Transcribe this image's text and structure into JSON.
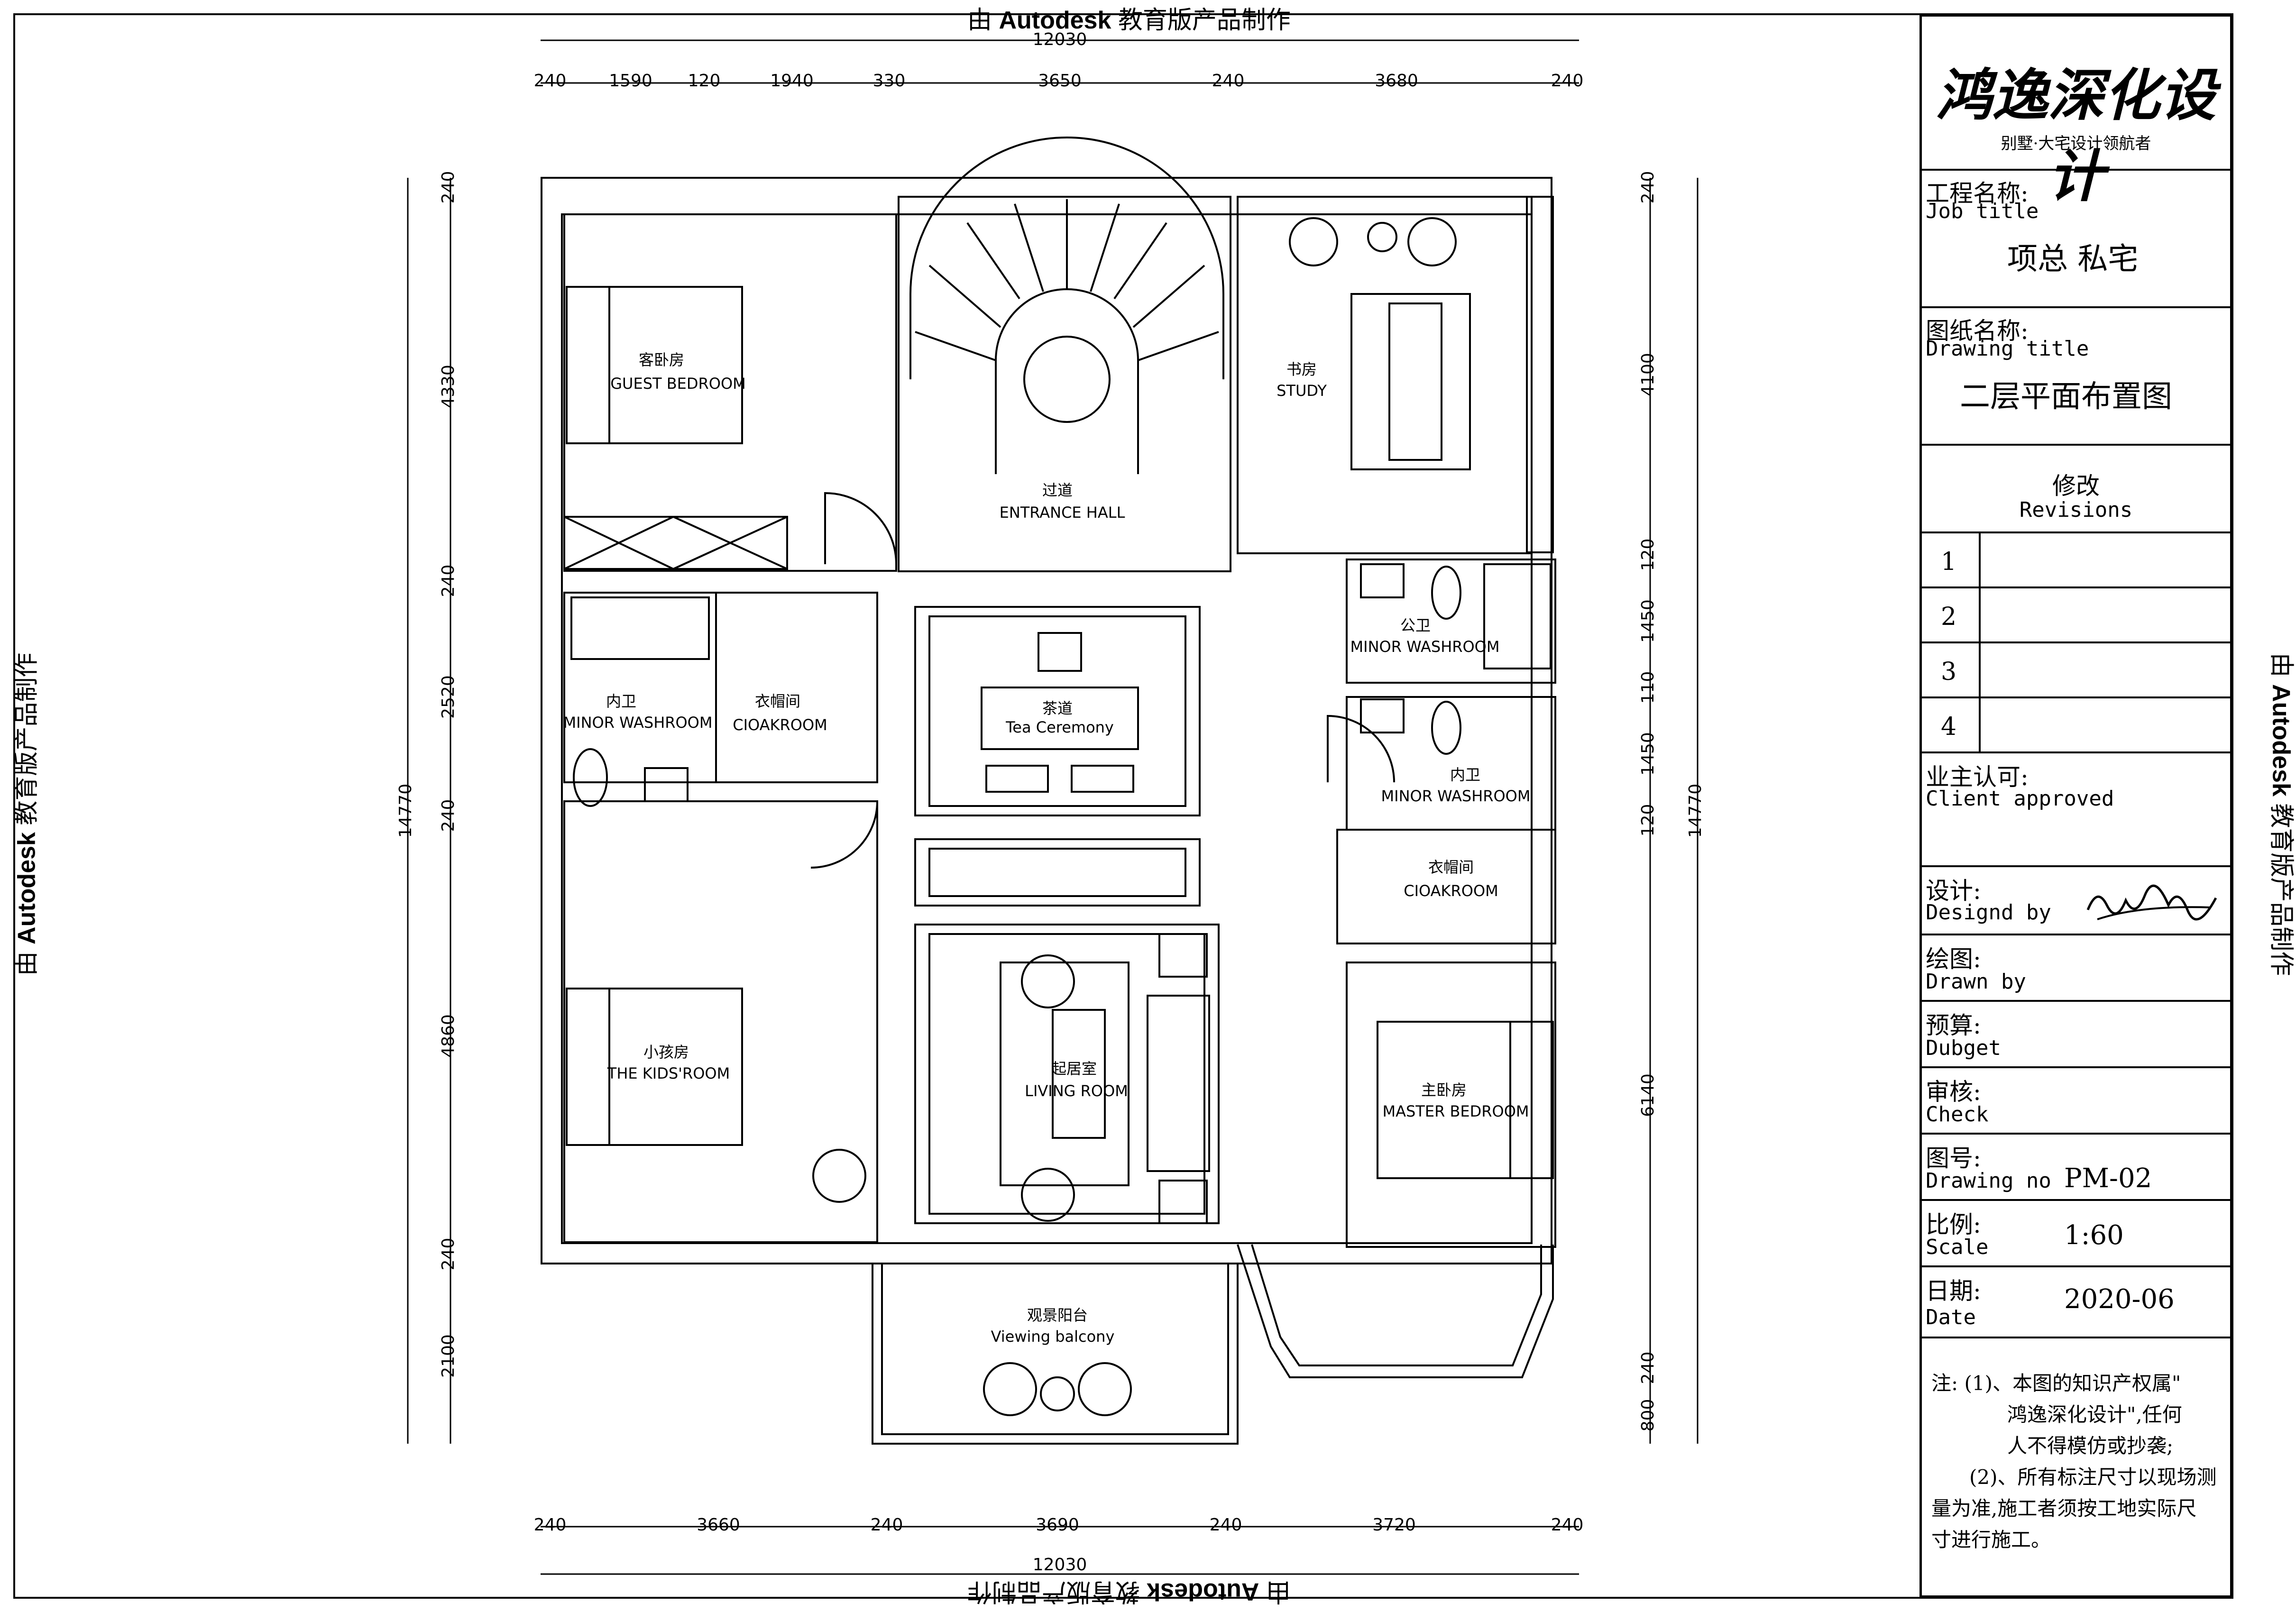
{
  "watermark": {
    "prefix": "由",
    "brand": "Autodesk",
    "suffix": "教育版产品制作"
  },
  "dimensions": {
    "total_width": "12030",
    "total_height": "14770",
    "top": [
      "240",
      "1590",
      "120",
      "1940",
      "330",
      "3650",
      "240",
      "3680",
      "240"
    ],
    "bottom": [
      "240",
      "3660",
      "240",
      "3690",
      "240",
      "3720",
      "240"
    ],
    "left": [
      "240",
      "4330",
      "240",
      "2520",
      "240",
      "4860",
      "240",
      "2100"
    ],
    "right": [
      "240",
      "4100",
      "120",
      "1450",
      "110",
      "1450",
      "120",
      "6140",
      "240",
      "800"
    ]
  },
  "rooms": {
    "guest_bedroom": {
      "zh": "客卧房",
      "en": "GUEST BEDROOM"
    },
    "entrance_hall": {
      "zh": "过道",
      "en": "ENTRANCE HALL"
    },
    "study": {
      "zh": "书房",
      "en": "STUDY"
    },
    "public_wc": {
      "zh": "公卫",
      "en": "MINOR WASHROOM"
    },
    "minor_washroom_left": {
      "zh": "内卫",
      "en": "MINOR WASHROOM"
    },
    "cloakroom_left": {
      "zh": "衣帽间",
      "en": "CIOAKROOM"
    },
    "tea": {
      "zh": "茶道",
      "en": "Tea Ceremony"
    },
    "minor_washroom_right": {
      "zh": "内卫",
      "en": "MINOR WASHROOM"
    },
    "cloakroom_right": {
      "zh": "衣帽间",
      "en": "CIOAKROOM"
    },
    "kids": {
      "zh": "小孩房",
      "en": "THE KIDS'ROOM"
    },
    "living": {
      "zh": "起居室",
      "en": "LIVING ROOM"
    },
    "master": {
      "zh": "主卧房",
      "en": "MASTER BEDROOM"
    },
    "balcony": {
      "zh": "观景阳台",
      "en": "Viewing balcony"
    }
  },
  "title_block": {
    "logo": "鸿逸深化设计",
    "slogan": "别墅·大宅设计领航者",
    "job_title_zh": "工程名称:",
    "job_title_en": "Job title",
    "job_title_value": "项总 私宅",
    "drawing_title_zh": "图纸名称:",
    "drawing_title_en": "Drawing title",
    "drawing_title_value": "二层平面布置图",
    "revisions_zh": "修改",
    "revisions_en": "Revisions",
    "revisions": [
      "1",
      "2",
      "3",
      "4"
    ],
    "client_zh": "业主认可:",
    "client_en": "Client approved",
    "designed_zh": "设计:",
    "designed_en": "Designd by",
    "drawn_zh": "绘图:",
    "drawn_en": "Drawn by",
    "budget_zh": "预算:",
    "budget_en": "Dubget",
    "check_zh": "审核:",
    "check_en": "Check",
    "drawing_no_zh": "图号:",
    "drawing_no_en": "Drawing no",
    "drawing_no_value": "PM-02",
    "scale_zh": "比例:",
    "scale_en": "Scale",
    "scale_value": "1:60",
    "date_zh": "日期:",
    "date_en": "Date",
    "date_value": "2020-06",
    "notes": [
      "注: (1)、本图的知识产权属\"",
      "鸿逸深化设计\",任何",
      "人不得模仿或抄袭;",
      "(2)、所有标注尺寸以现场测",
      "量为准,施工者须按工地实际尺",
      "寸进行施工。"
    ]
  }
}
